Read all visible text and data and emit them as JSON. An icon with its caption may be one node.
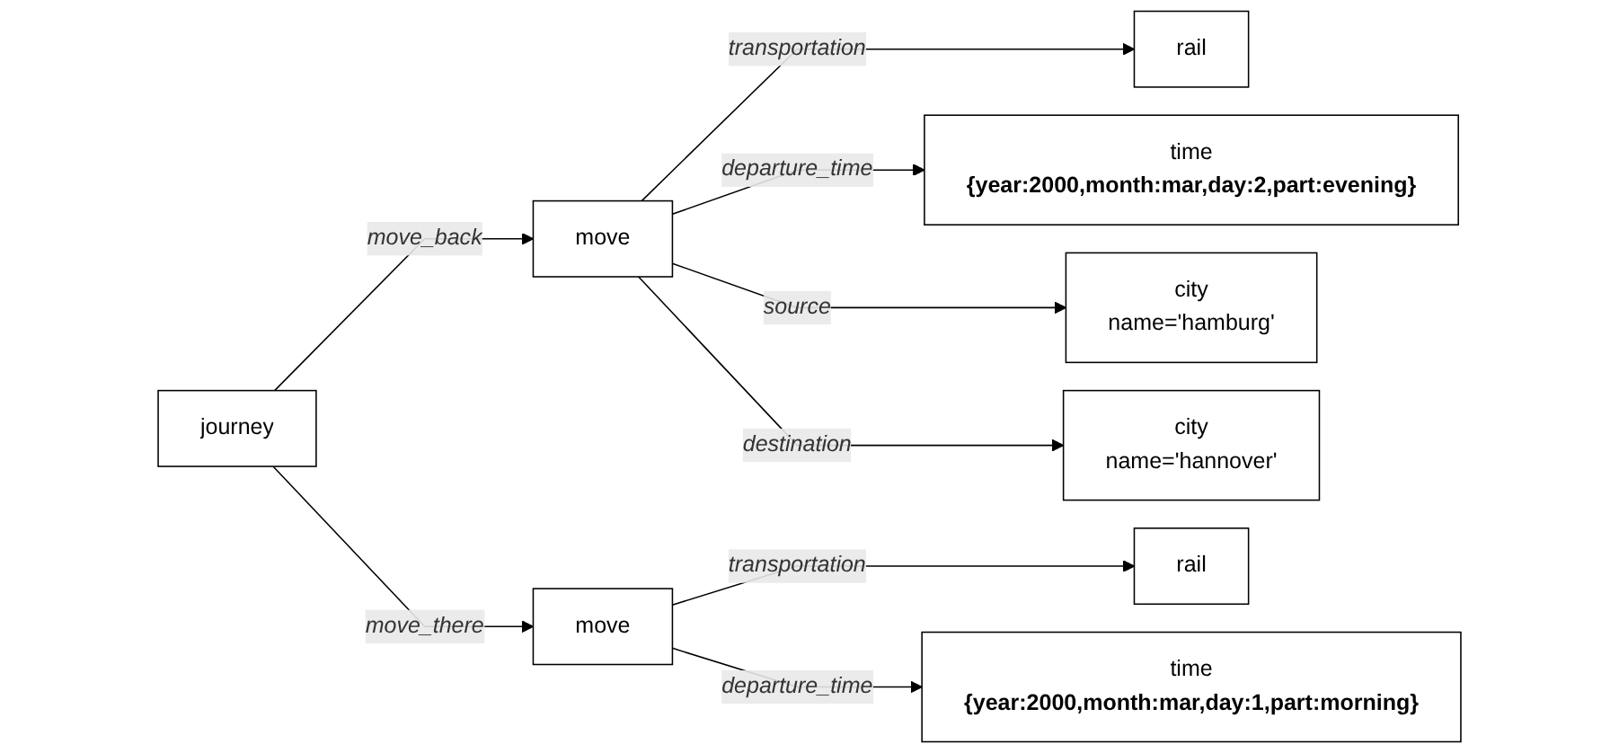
{
  "diagram": {
    "nodes": [
      {
        "text": [
          "journey"
        ]
      },
      {
        "text": [
          "move"
        ]
      },
      {
        "text": [
          "rail"
        ]
      },
      {
        "text": [
          "time",
          "{year:2000,month:mar,day:2,part:evening}"
        ]
      },
      {
        "text": [
          "city",
          "name='hamburg'"
        ]
      },
      {
        "text": [
          "city",
          "name='hannover'"
        ]
      },
      {
        "text": [
          "move"
        ]
      },
      {
        "text": [
          "rail"
        ]
      },
      {
        "text": [
          "time",
          "{year:2000,month:mar,day:1,part:morning}"
        ]
      }
    ],
    "edges": [
      {
        "from": 0,
        "to": 1,
        "arrow": "to",
        "label": "move_back"
      },
      {
        "from": 1,
        "to": 2,
        "arrow": "to",
        "label": "transportation"
      },
      {
        "from": 1,
        "to": 3,
        "arrow": "to",
        "label": "departure_time"
      },
      {
        "from": 1,
        "to": 4,
        "arrow": "to",
        "label": "source"
      },
      {
        "from": 1,
        "to": 5,
        "arrow": "to",
        "label": "destination"
      },
      {
        "from": 0,
        "to": 6,
        "arrow": "to",
        "label": "move_there"
      },
      {
        "from": 6,
        "to": 7,
        "arrow": "to",
        "label": "transportation"
      },
      {
        "from": 6,
        "to": 8,
        "arrow": "to",
        "label": "departure_time"
      }
    ]
  }
}
